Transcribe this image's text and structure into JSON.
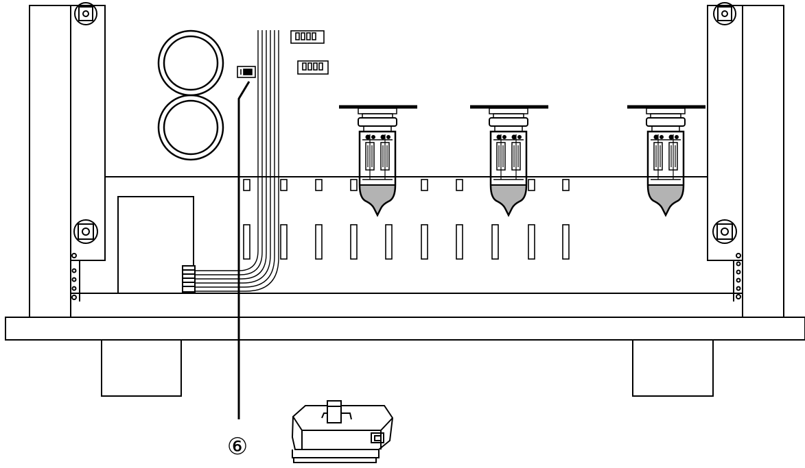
{
  "diagram": {
    "callout": {
      "label": "⑥",
      "points_to": "switch"
    },
    "components": [
      {
        "id": "left-rack-rail",
        "kind": "rack rail"
      },
      {
        "id": "right-rack-rail",
        "kind": "rack rail"
      },
      {
        "id": "capacitor-top",
        "kind": "capacitor"
      },
      {
        "id": "capacitor-bottom",
        "kind": "capacitor"
      },
      {
        "id": "connector-a",
        "kind": "connector"
      },
      {
        "id": "connector-b",
        "kind": "connector"
      },
      {
        "id": "switch",
        "kind": "slide switch"
      },
      {
        "id": "tube-1",
        "kind": "vacuum tube"
      },
      {
        "id": "tube-2",
        "kind": "vacuum tube"
      },
      {
        "id": "tube-3",
        "kind": "vacuum tube"
      },
      {
        "id": "transformer",
        "kind": "transformer"
      },
      {
        "id": "wire-bundle",
        "kind": "wiring harness"
      },
      {
        "id": "foot-left",
        "kind": "foot"
      },
      {
        "id": "foot-right",
        "kind": "foot"
      },
      {
        "id": "switch-detail",
        "kind": "slide switch detail"
      }
    ],
    "colors": {
      "line": "#000000",
      "tube_fill": "#b3b3b3",
      "background": "#ffffff"
    }
  }
}
